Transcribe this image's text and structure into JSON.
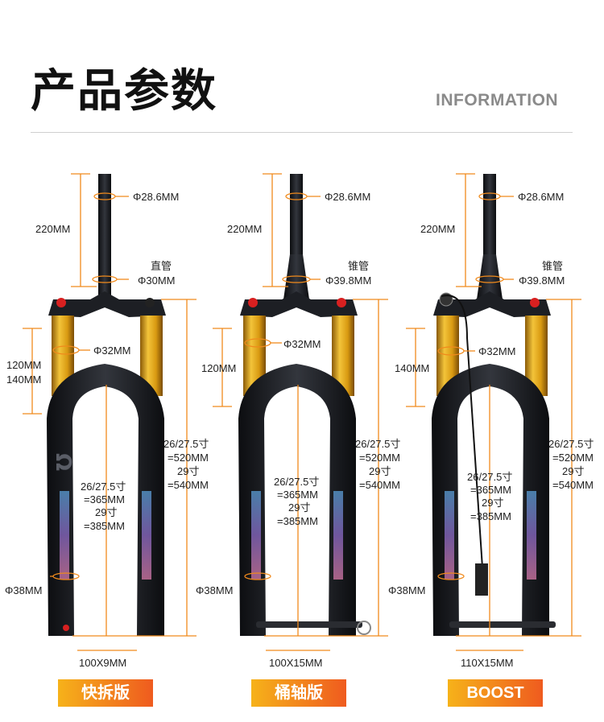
{
  "header": {
    "title": "产品参数",
    "subtitle": "INFORMATION"
  },
  "forks": [
    {
      "steerer_diameter": "Φ28.6MM",
      "steerer_length": "220MM",
      "steerer_type": "直管",
      "crown_diameter": "Φ30MM",
      "stanchion_diameter": "Φ32MM",
      "travel": [
        "120MM",
        "140MM"
      ],
      "axle_to_crown_line1": "26/27.5寸",
      "axle_to_crown_line2": "=520MM",
      "axle_to_crown_line3": "29寸",
      "axle_to_crown_line4": "=540MM",
      "inner_line1": "26/27.5寸",
      "inner_line2": "=365MM",
      "inner_line3": "29寸",
      "inner_line4": "=385MM",
      "lower_diameter": "Φ38MM",
      "hub_spacing": "100X9MM",
      "badge": "快拆版"
    },
    {
      "steerer_diameter": "Φ28.6MM",
      "steerer_length": "220MM",
      "steerer_type": "锥管",
      "crown_diameter": "Φ39.8MM",
      "stanchion_diameter": "Φ32MM",
      "travel": [
        "120MM"
      ],
      "axle_to_crown_line1": "26/27.5寸",
      "axle_to_crown_line2": "=520MM",
      "axle_to_crown_line3": "29寸",
      "axle_to_crown_line4": "=540MM",
      "inner_line1": "26/27.5寸",
      "inner_line2": "=365MM",
      "inner_line3": "29寸",
      "inner_line4": "=385MM",
      "lower_diameter": "Φ38MM",
      "hub_spacing": "100X15MM",
      "badge": "桶轴版"
    },
    {
      "steerer_diameter": "Φ28.6MM",
      "steerer_length": "220MM",
      "steerer_type": "锥管",
      "crown_diameter": "Φ39.8MM",
      "stanchion_diameter": "Φ32MM",
      "travel": [
        "140MM"
      ],
      "axle_to_crown_line1": "26/27.5寸",
      "axle_to_crown_line2": "=520MM",
      "axle_to_crown_line3": "29寸",
      "axle_to_crown_line4": "=540MM",
      "inner_line1": "26/27.5寸",
      "inner_line2": "=365MM",
      "inner_line3": "29寸",
      "inner_line4": "=385MM",
      "lower_diameter": "Φ38MM",
      "hub_spacing": "110X15MM",
      "badge": "BOOST"
    }
  ],
  "colors": {
    "orange": "#f08a1c",
    "stanchion_gold": "#d9a21a",
    "body_black": "#1a1c20"
  }
}
